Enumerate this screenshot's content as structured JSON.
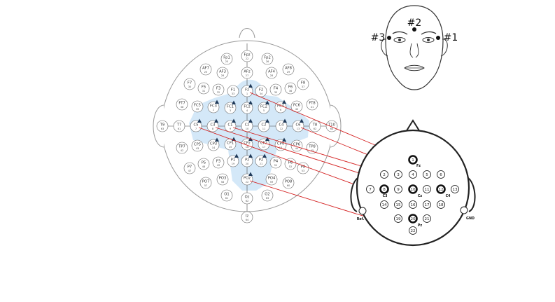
{
  "cap_montage": {
    "electrodes": [
      {
        "id": "fpz",
        "label": "Fpz",
        "num": "22"
      },
      {
        "id": "fp1",
        "label": "Fp1",
        "num": "25"
      },
      {
        "id": "fp2",
        "label": "Fp2",
        "num": "26"
      },
      {
        "id": "af7",
        "label": "AF7",
        "num": "25"
      },
      {
        "id": "af3",
        "label": "AF3",
        "num": "26"
      },
      {
        "id": "afz",
        "label": "AFz",
        "num": "27"
      },
      {
        "id": "af4",
        "label": "AF4",
        "num": "28"
      },
      {
        "id": "af8",
        "label": "AF8",
        "num": "29"
      },
      {
        "id": "f7",
        "label": "F7",
        "num": "30"
      },
      {
        "id": "f5",
        "label": "F5",
        "num": "31"
      },
      {
        "id": "f3",
        "label": "F3",
        "num": "32"
      },
      {
        "id": "f1",
        "label": "F1",
        "num": "33"
      },
      {
        "id": "fz",
        "label": "Fz",
        "num": "1"
      },
      {
        "id": "f2",
        "label": "F2",
        "num": "34"
      },
      {
        "id": "f4",
        "label": "F4",
        "num": "35"
      },
      {
        "id": "f6",
        "label": "F6",
        "num": "36"
      },
      {
        "id": "f8",
        "label": "F8",
        "num": "37"
      },
      {
        "id": "ft7",
        "label": "FT7",
        "num": "38"
      },
      {
        "id": "fc5",
        "label": "FC5",
        "num": "39"
      },
      {
        "id": "fc3",
        "label": "FC3",
        "num": "2"
      },
      {
        "id": "fc1",
        "label": "FC1",
        "num": "3"
      },
      {
        "id": "fcz",
        "label": "FCz",
        "num": "4"
      },
      {
        "id": "fc2",
        "label": "FC2",
        "num": "5"
      },
      {
        "id": "fc4",
        "label": "FC4",
        "num": "6"
      },
      {
        "id": "fc6",
        "label": "FC6",
        "num": "40"
      },
      {
        "id": "ft8",
        "label": "FT8",
        "num": "41"
      },
      {
        "id": "t9",
        "label": "T9",
        "num": "63"
      },
      {
        "id": "t7",
        "label": "T7",
        "num": "61"
      },
      {
        "id": "c5",
        "label": "C5",
        "num": "7"
      },
      {
        "id": "c3",
        "label": "C3",
        "num": "8"
      },
      {
        "id": "c1",
        "label": "C1",
        "num": "9"
      },
      {
        "id": "cz",
        "label": "Cz",
        "num": "10"
      },
      {
        "id": "c2",
        "label": "C2",
        "num": "11"
      },
      {
        "id": "c4",
        "label": "C4",
        "num": "12"
      },
      {
        "id": "c6",
        "label": "C6",
        "num": "13"
      },
      {
        "id": "t8",
        "label": "T8",
        "num": "62"
      },
      {
        "id": "t10",
        "label": "T10",
        "num": "64"
      },
      {
        "id": "tp7",
        "label": "TP7",
        "num": "42"
      },
      {
        "id": "cp5",
        "label": "CP5",
        "num": "43"
      },
      {
        "id": "cp3",
        "label": "CP3",
        "num": "14"
      },
      {
        "id": "cp1",
        "label": "CP1",
        "num": "15"
      },
      {
        "id": "cpz",
        "label": "CPz",
        "num": "16"
      },
      {
        "id": "cp2",
        "label": "CP2",
        "num": "17"
      },
      {
        "id": "cp4",
        "label": "CP4",
        "num": "18"
      },
      {
        "id": "cp6",
        "label": "CP6",
        "num": "44"
      },
      {
        "id": "tp8",
        "label": "TP8",
        "num": "45"
      },
      {
        "id": "p7",
        "label": "P7",
        "num": "47"
      },
      {
        "id": "p5",
        "label": "P5",
        "num": "48"
      },
      {
        "id": "p3",
        "label": "P3",
        "num": "49"
      },
      {
        "id": "p1",
        "label": "P1",
        "num": "19"
      },
      {
        "id": "pz",
        "label": "Pz",
        "num": "20"
      },
      {
        "id": "p2",
        "label": "P2",
        "num": "21"
      },
      {
        "id": "p4",
        "label": "P4",
        "num": "51"
      },
      {
        "id": "p6",
        "label": "P6",
        "num": "52"
      },
      {
        "id": "p8",
        "label": "P8",
        "num": "53"
      },
      {
        "id": "po7",
        "label": "PO7",
        "num": "57"
      },
      {
        "id": "po3",
        "label": "PO3",
        "num": "58"
      },
      {
        "id": "poz",
        "label": "POz",
        "num": "22"
      },
      {
        "id": "po4",
        "label": "PO4",
        "num": "59"
      },
      {
        "id": "po8",
        "label": "PO8",
        "num": "60"
      },
      {
        "id": "o1",
        "label": "O1",
        "num": "61"
      },
      {
        "id": "oz",
        "label": "Oz",
        "num": "62"
      },
      {
        "id": "o2",
        "label": "O2",
        "num": "63"
      },
      {
        "id": "iz",
        "label": "Iz",
        "num": "64"
      }
    ]
  },
  "channel_layout": {
    "channels": [
      "1",
      "2",
      "3",
      "4",
      "5",
      "6",
      "7",
      "8",
      "9",
      "10",
      "11",
      "12",
      "13",
      "14",
      "15",
      "16",
      "17",
      "18",
      "19",
      "20",
      "21",
      "22"
    ],
    "labels": {
      "fz": "Fz",
      "c3": "C3",
      "cz": "Cz",
      "c4": "C4",
      "pz": "Pz",
      "ref": "Ref.",
      "gnd": "GND"
    }
  },
  "face": {
    "labels": [
      "#2",
      "#3",
      "#1"
    ]
  },
  "colors": {
    "highlight": "#cfe5f7",
    "connector": "#d42020",
    "marker": "#1f3a5a"
  }
}
